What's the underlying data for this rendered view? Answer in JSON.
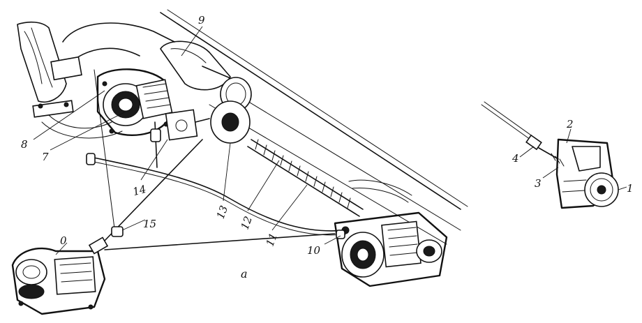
{
  "figure": {
    "sublabel": "a",
    "callouts": {
      "c0": "0",
      "c1": "1",
      "c2": "2",
      "c3": "3",
      "c4": "4",
      "c7": "7",
      "c8": "8",
      "c9": "9",
      "c10": "10",
      "c11": "11",
      "c12": "12",
      "c13": "13",
      "c14": "14",
      "c15": "15"
    }
  }
}
